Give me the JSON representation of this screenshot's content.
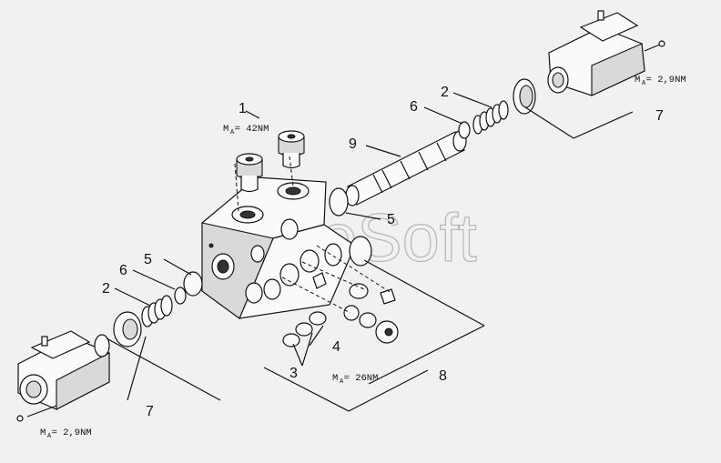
{
  "watermark": "AutoSoft",
  "callouts": {
    "c1": "1",
    "c2_upper": "2",
    "c2_lower": "2",
    "c3": "3",
    "c4": "4",
    "c5_upper": "5",
    "c5_lower": "5",
    "c6_upper": "6",
    "c6_lower": "6",
    "c7_upper": "7",
    "c7_lower": "7",
    "c8": "8",
    "c9": "9"
  },
  "torques": {
    "plugs": "M   = 42NM",
    "solenoid_upper": "M   = 2,9NM",
    "solenoid_lower": "M   = 2,9NM",
    "check_plug": "M   = 26NM"
  },
  "torque_subscript": "A"
}
